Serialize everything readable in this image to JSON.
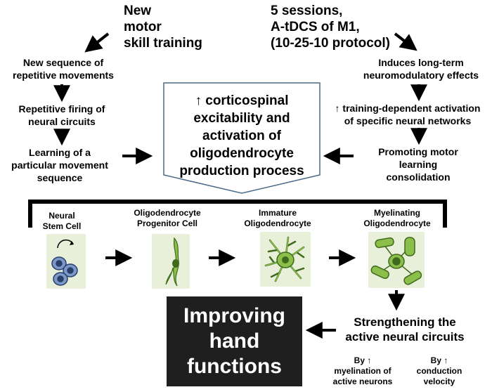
{
  "top_left": "New\nmotor\nskill training",
  "top_right": "5 sessions,\nA-tDCS of M1,\n(10-25-10 protocol)",
  "left_chain": [
    "New sequence of\nrepetitive movements",
    "Repetitive firing of\nneural circuits",
    "Learning of a\nparticular movement\nsequence"
  ],
  "right_chain": [
    "Induces long-term\nneuromodulatory effects",
    "↑ training-dependent activation\nof specific neural networks",
    "Promoting motor\nlearning\nconsolidation"
  ],
  "center_box": "↑ corticospinal\nexcitability and\nactivation of\noligodendrocyte\nproduction process",
  "stages": [
    "Neural\nStem Cell",
    "Oligodendrocyte\nProgenitor Cell",
    "Immature\nOligodendrocyte",
    "Myelinating\nOligodendrocyte"
  ],
  "outcome": "Improving\nhand\nfunctions",
  "strengthening": "Strengthening the\nactive neural circuits",
  "mechanisms": [
    "By ↑\nmyelination of\nactive neurons",
    "By ↑\nconduction\nvelocity"
  ],
  "colors": {
    "box_border": "#4a6a8a",
    "cell_bg": "#e8f0d9",
    "stem_cell": "#7b98c9",
    "oligo_cell": "#8cbf4a",
    "outcome_bg": "#1f1f1f"
  }
}
